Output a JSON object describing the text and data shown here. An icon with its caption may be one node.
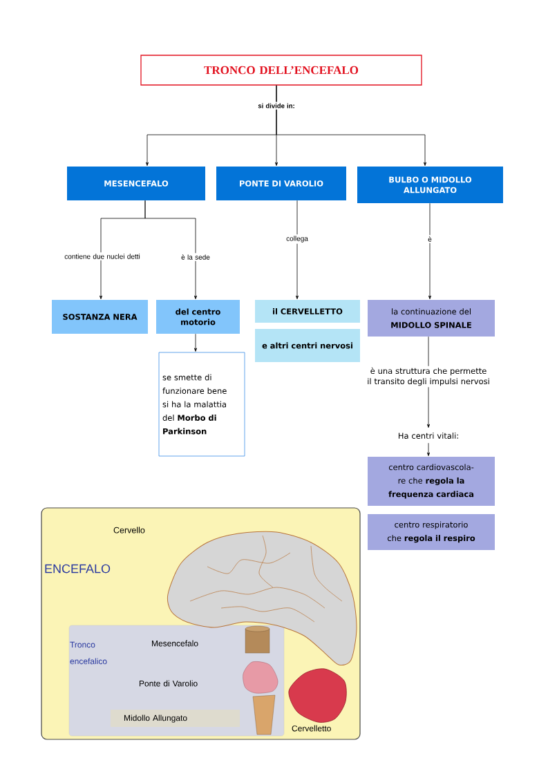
{
  "diagram": {
    "nodes": [
      {
        "text": [
          "TRONCO DELL’ENCEFALO"
        ]
      },
      {
        "text": [
          "MESENCEFALO"
        ]
      },
      {
        "text": [
          "PONTE DI VAROLIO"
        ]
      },
      {
        "text": [
          "BULBO O MIDOLLO ALLUNGATO"
        ]
      },
      {
        "text": [
          "SOSTANZA NERA"
        ]
      },
      {
        "text": [
          "del  centro motorio"
        ]
      },
      {
        "text": [
          "se  smette di funzionare bene si ha la malattia del **Morbo di Parkinson**"
        ]
      },
      {
        "text": [
          "il CERVELLETTO"
        ]
      },
      {
        "text": [
          "e altri centri nervosi"
        ]
      },
      {
        "text": [
          "la continuazione del **MIDOLLO SPINALE**"
        ]
      },
      {
        "text": [
          "Ha centri vitali:"
        ]
      },
      {
        "text": [
          "centro cardiovascola-re che **regola la frequenza cardiaca**"
        ]
      },
      {
        "text": [
          "centro respiratorio che **regola il respiro**"
        ]
      }
    ],
    "edges": [
      {
        "from": 0,
        "to": 1,
        "arrow": "to"
      },
      {
        "from": 0,
        "to": 2,
        "arrow": "to",
        "label": "si divide in:"
      },
      {
        "from": 0,
        "to": 3,
        "arrow": "to"
      },
      {
        "from": 1,
        "to": 4,
        "arrow": "to",
        "label": "contiene due nuclei detti"
      },
      {
        "from": 1,
        "to": 5,
        "arrow": "to",
        "label": "è la sede"
      },
      {
        "from": 5,
        "to": 6,
        "arrow": "to"
      },
      {
        "from": 2,
        "to": 7,
        "arrow": "to",
        "label": "collega"
      },
      {
        "from": 3,
        "to": 9,
        "arrow": "to",
        "label": "è"
      },
      {
        "from": 9,
        "to": 10,
        "arrow": "to",
        "label": "è una struttura che permette il transito degli impulsi nervosi"
      },
      {
        "from": 10,
        "to": 11,
        "arrow": "to"
      }
    ],
    "labels": [
      "Cervello",
      "ENCEFALO",
      "Tronco encefalico",
      "Mesencefalo",
      "Ponte di Varolio",
      "Midollo Allungato",
      "Cervelletto"
    ]
  }
}
